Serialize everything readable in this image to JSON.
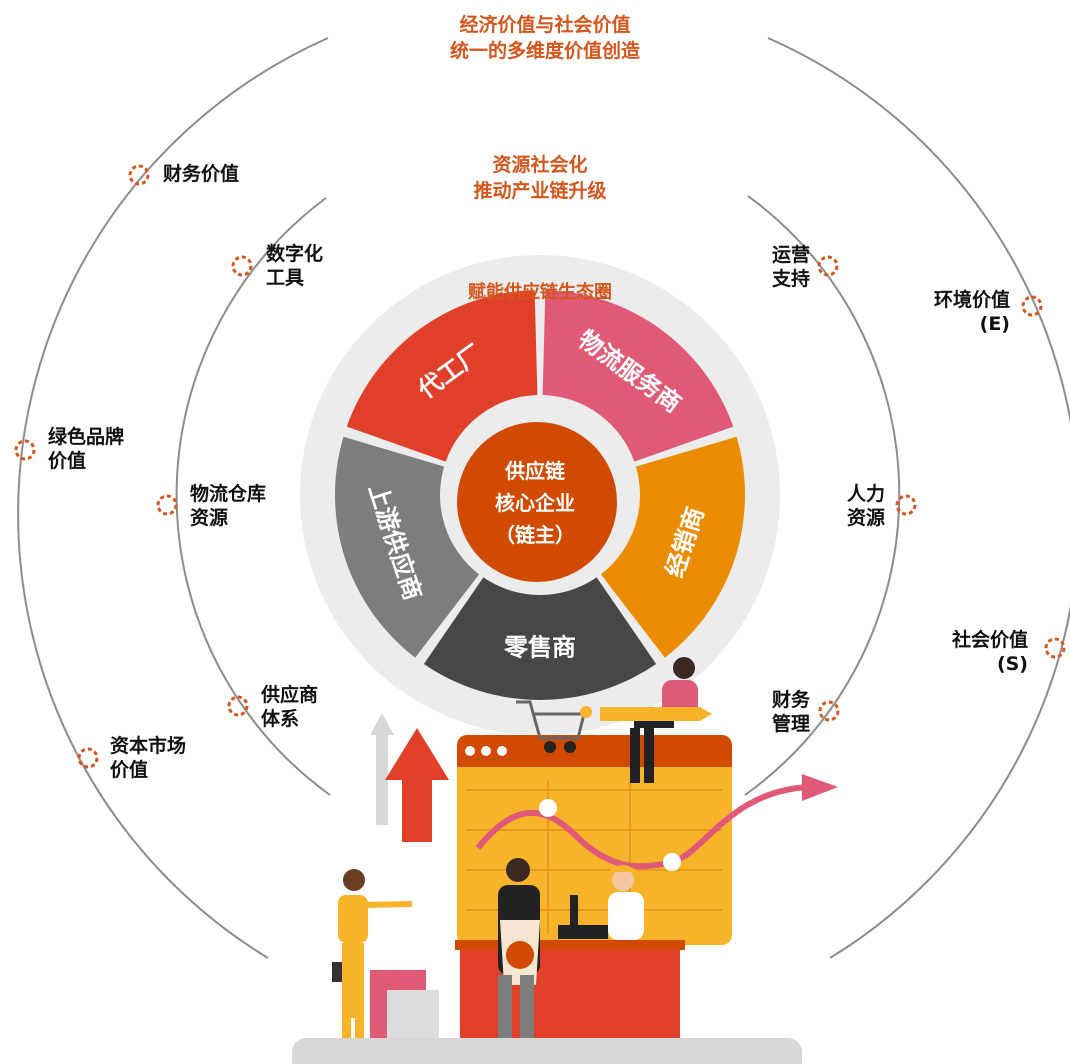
{
  "top_header": [
    "经济价值与社会价值",
    "统一的多维度价值创造"
  ],
  "middle_header": [
    "资源社会化",
    "推动产业链升级"
  ],
  "ring_title": "赋能供应链生态圈",
  "core": [
    "供应链",
    "核心企业",
    "（链主）"
  ],
  "segments": [
    {
      "label": "代工厂",
      "color": "#e0402a"
    },
    {
      "label": "物流服务商",
      "color": "#e05a78"
    },
    {
      "label": "经销商",
      "color": "#eb8c00"
    },
    {
      "label": "零售商",
      "color": "#474747"
    },
    {
      "label": "上游供应商",
      "color": "#7d7d7d"
    }
  ],
  "outer_left": [
    {
      "lines": [
        "财务价值"
      ]
    },
    {
      "lines": [
        "绿色品牌",
        "价值"
      ]
    },
    {
      "lines": [
        "资本市场",
        "价值"
      ]
    }
  ],
  "outer_right": [
    {
      "lines": [
        "环境价值",
        "(E)"
      ]
    },
    {
      "lines": [
        "社会价值",
        "(S)"
      ]
    }
  ],
  "inner_left": [
    {
      "lines": [
        "数字化",
        "工具"
      ]
    },
    {
      "lines": [
        "物流仓库",
        "资源"
      ]
    },
    {
      "lines": [
        "供应商",
        "体系"
      ]
    }
  ],
  "inner_right": [
    {
      "lines": [
        "运营",
        "支持"
      ]
    },
    {
      "lines": [
        "人力",
        "资源"
      ]
    },
    {
      "lines": [
        "财务",
        "管理"
      ]
    }
  ],
  "colors": {
    "accent": "#d4561c",
    "core": "#d04a02",
    "line": "#8c8c8c",
    "halo": "#ececec"
  }
}
